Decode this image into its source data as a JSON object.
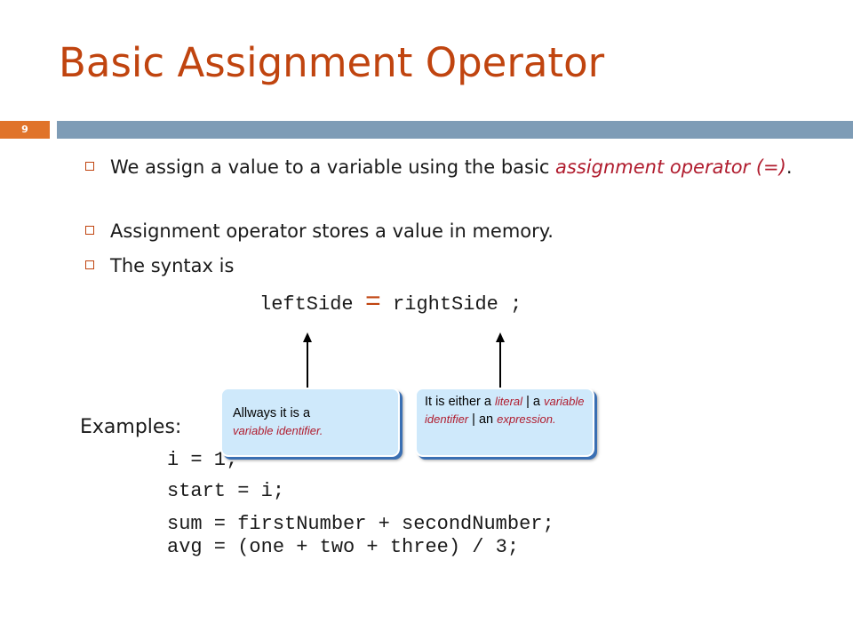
{
  "slide": {
    "title": "Basic Assignment Operator",
    "number": "9"
  },
  "bullets": [
    {
      "text_before": "We assign a value to a variable using the basic ",
      "highlight": "assignment operator (=)",
      "text_after": "."
    },
    {
      "text": "Assignment operator stores a value in memory."
    },
    {
      "text": "The syntax is"
    }
  ],
  "syntax": {
    "left": "leftSide ",
    "operator": "=",
    "right": " rightSide ;"
  },
  "callouts": {
    "left": {
      "line1": "Allways it is a",
      "line2": "variable identifier."
    },
    "right": {
      "part1": "It is either a ",
      "literal": "literal",
      "part2": " | a ",
      "var_id": "variable identifier",
      "part3": " | an ",
      "expression": "expression."
    }
  },
  "examples": {
    "label": "Examples:",
    "lines": [
      "i = 1;",
      "start = i;",
      "sum = firstNumber + secondNumber;",
      "avg = (one + two + three) / 3;"
    ]
  },
  "colors": {
    "title": "#c0440f",
    "header_bar": "#7e9cb6",
    "slide_number_bg": "#e0732a",
    "highlight_text": "#b01c2e",
    "callout_fill": "#cfe9fb"
  }
}
